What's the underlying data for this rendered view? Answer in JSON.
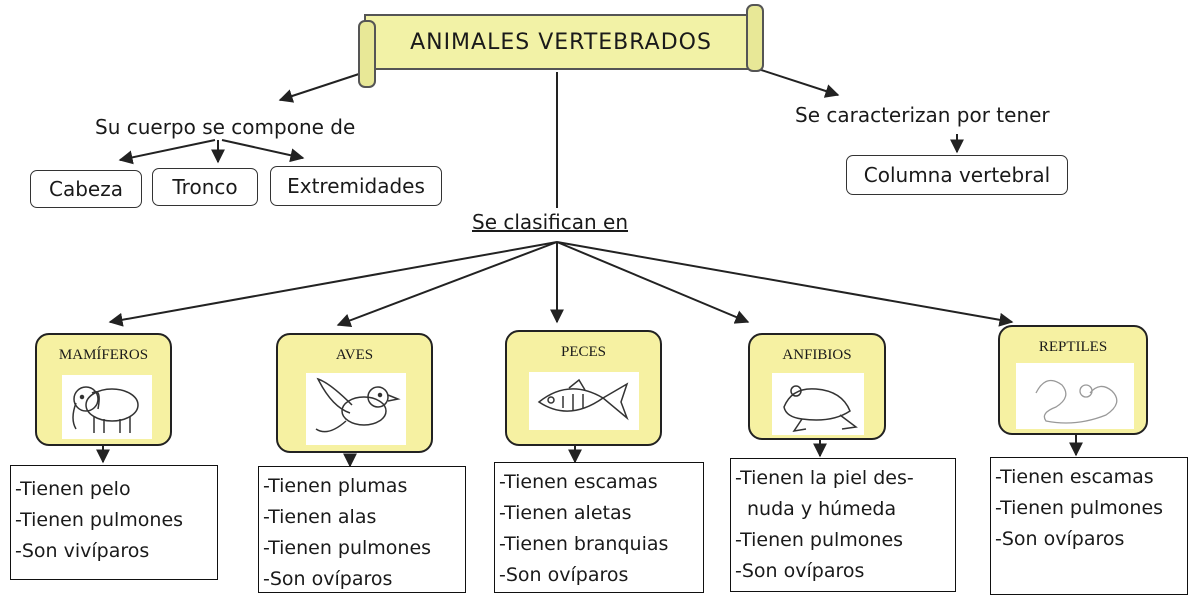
{
  "title": "ANIMALES VERTEBRADOS",
  "body": {
    "label": "Su cuerpo se compone de",
    "parts": [
      "Cabeza",
      "Tronco",
      "Extremidades"
    ]
  },
  "characteristic": {
    "label": "Se caracterizan por tener",
    "value": "Columna vertebral"
  },
  "classification_label": "Se clasifican en",
  "groups": [
    {
      "name": "MAMÍFEROS",
      "icon": "elephant-icon",
      "traits": [
        "-Tienen pelo",
        "-Tienen pulmones",
        "-Son vivíparos"
      ]
    },
    {
      "name": "AVES",
      "icon": "bird-icon",
      "traits": [
        "-Tienen plumas",
        "-Tienen alas",
        "-Tienen pulmones",
        "-Son ovíparos"
      ]
    },
    {
      "name": "PECES",
      "icon": "fish-icon",
      "traits": [
        "-Tienen escamas",
        "-Tienen aletas",
        "-Tienen branquias",
        "-Son ovíparos"
      ]
    },
    {
      "name": "ANFIBIOS",
      "icon": "frog-icon",
      "traits": [
        "-Tienen la piel des-",
        " nuda y húmeda",
        "-Tienen pulmones",
        "-Son ovíparos"
      ]
    },
    {
      "name": "REPTILES",
      "icon": "snake-icon",
      "traits": [
        "-Tienen escamas",
        "-Tienen pulmones",
        "-Son ovíparos"
      ]
    }
  ],
  "colors": {
    "title_fill": "#f2f2a6",
    "category_fill": "#f6f1a2",
    "ink": "#1a1a1a"
  }
}
